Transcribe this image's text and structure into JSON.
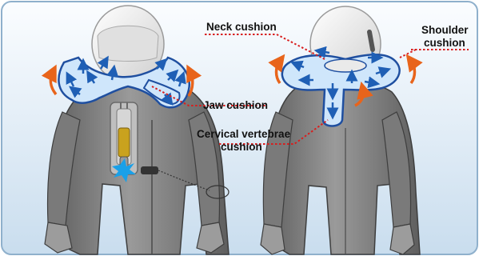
{
  "labels": {
    "neck": "Neck cushion",
    "shoulder_line1": "Shoulder",
    "shoulder_line2": "cushion",
    "jaw": "Jaw cushion",
    "cervical_line1": "Cervical vertebrae",
    "cervical_line2": "cushion"
  },
  "colors": {
    "background_top": "#fbfdff",
    "background_bottom": "#c9ddee",
    "cushion_fill": "#cfe6fb",
    "cushion_stroke": "#1f4fa0",
    "arrow_blue": "#1f5fb5",
    "arrow_orange": "#e8641b",
    "leader_red": "#d81e1e",
    "suit": "#8a8a8a",
    "suit_dark": "#5e5e5e",
    "helmet": "#e8e8e8",
    "inflator_gold": "#c9a21e",
    "gas_burst": "#1aa0e8"
  }
}
